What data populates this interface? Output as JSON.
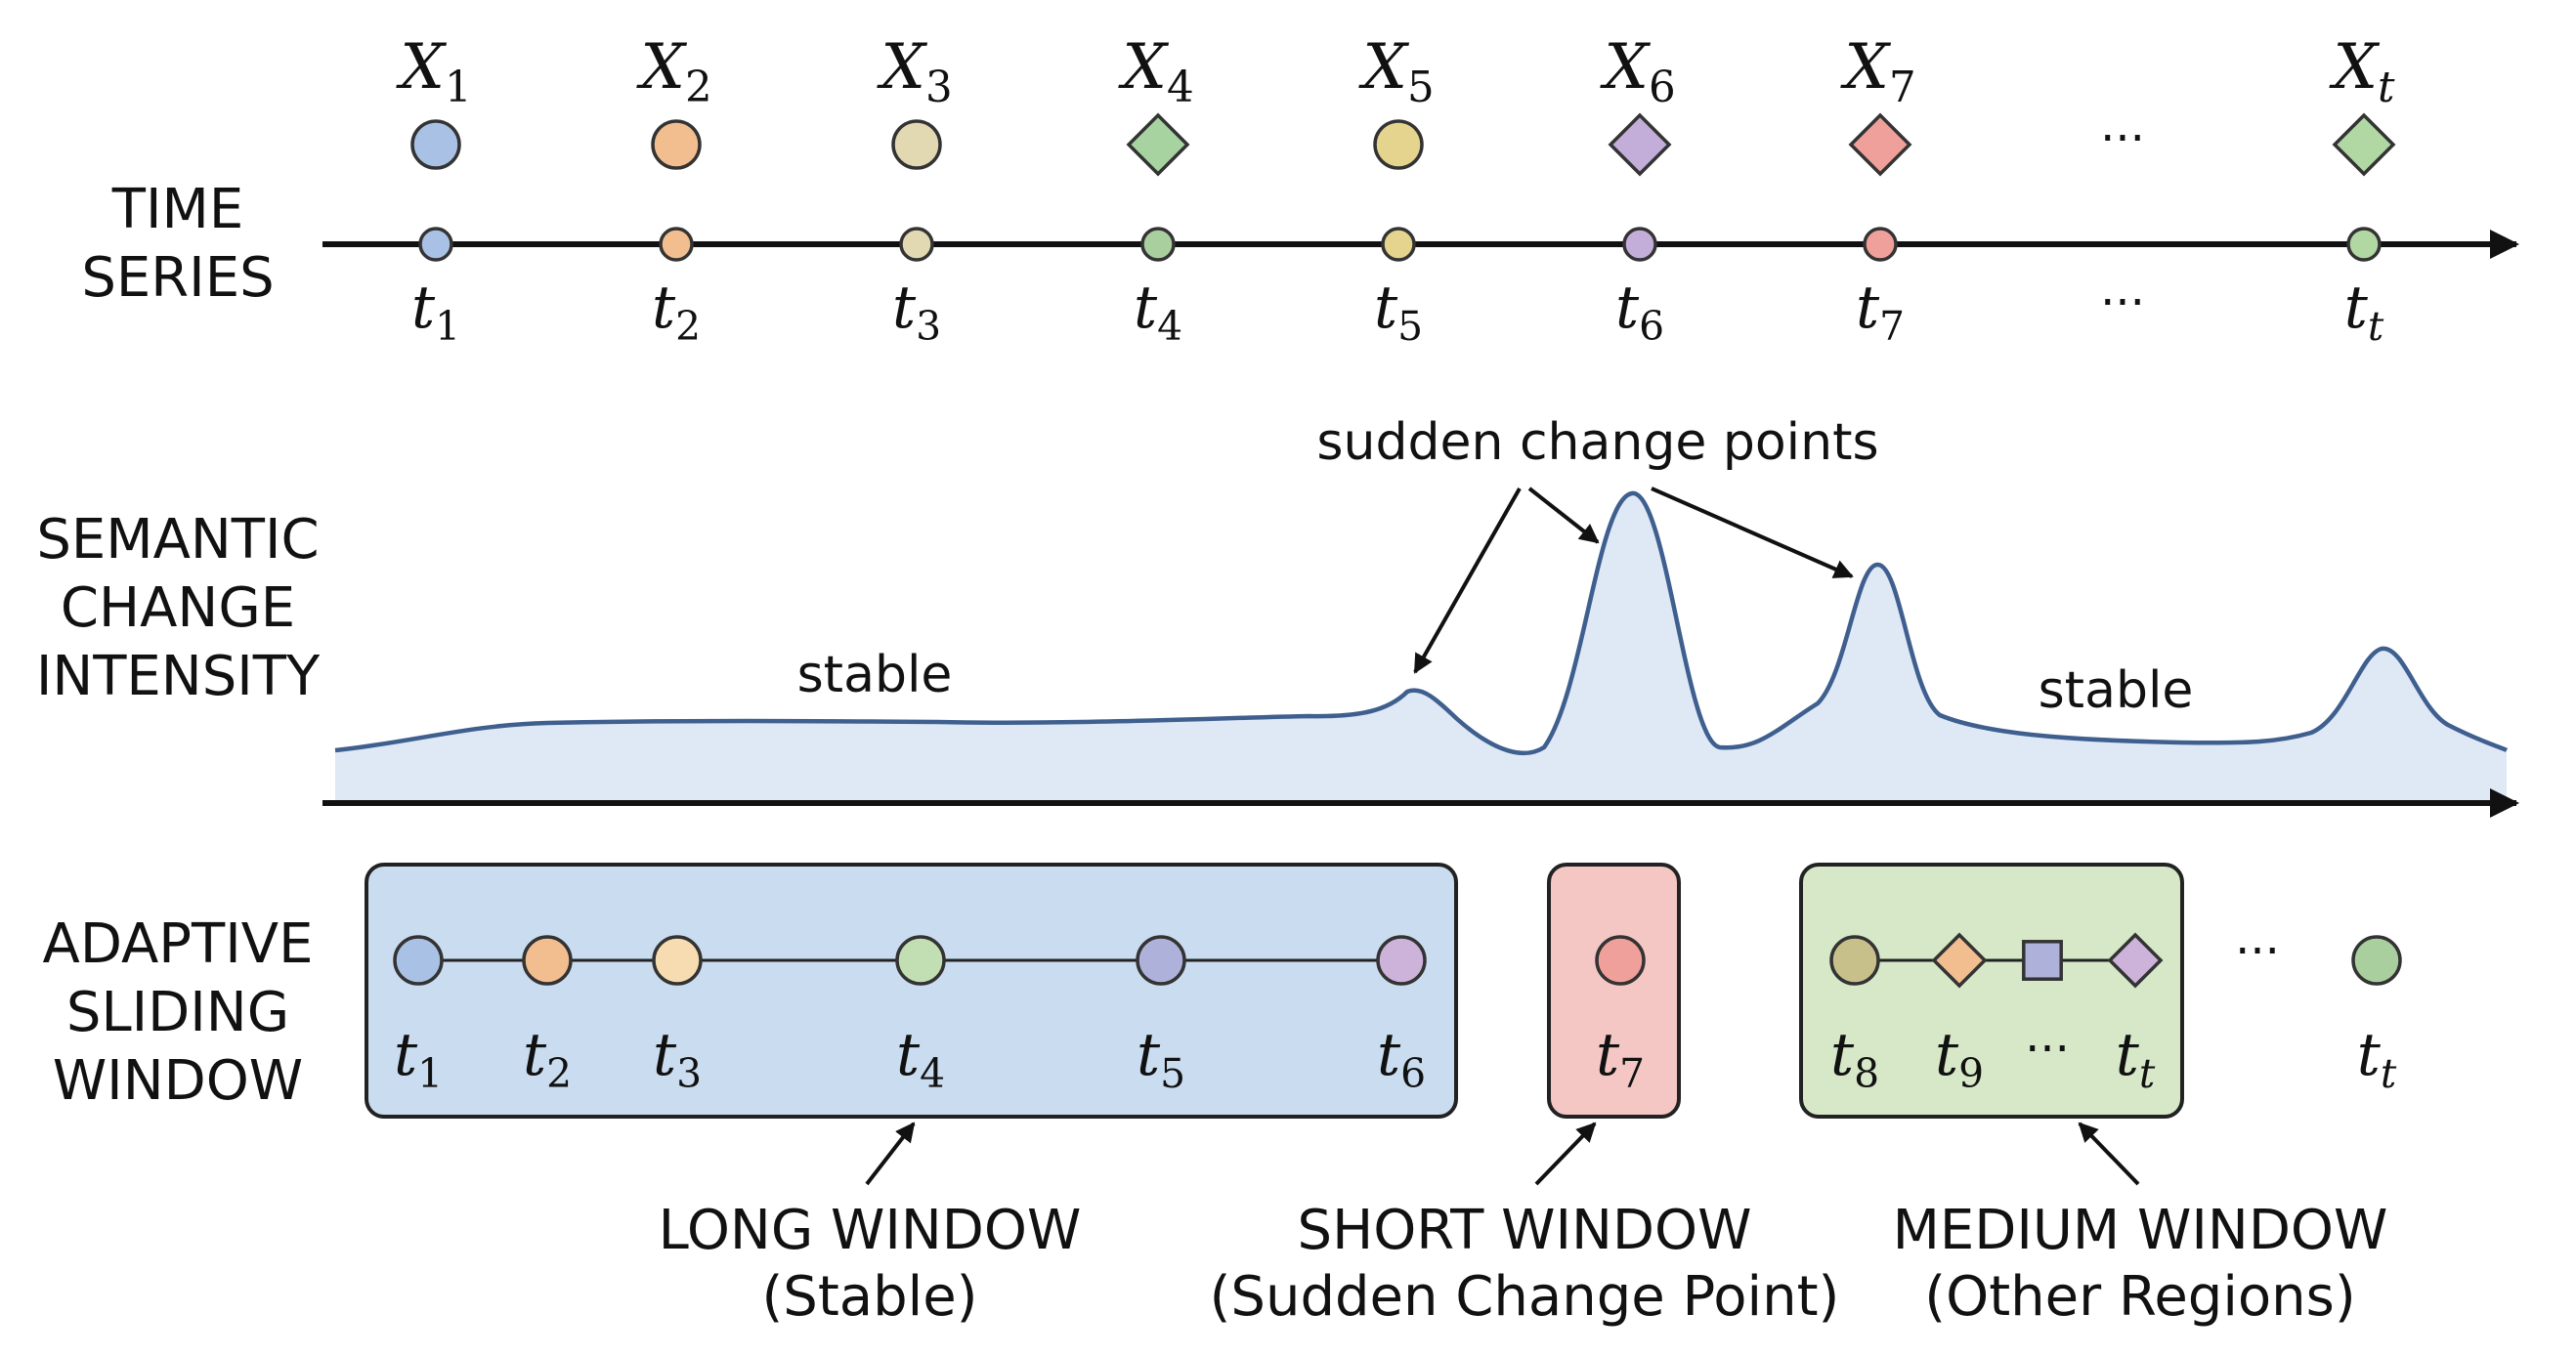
{
  "rows": {
    "time_series": [
      "TIME",
      "SERIES"
    ],
    "semantic_change": [
      "SEMANTIC",
      "CHANGE",
      "INTENSITY"
    ],
    "adaptive_window": [
      "ADAPTIVE",
      "SLIDING",
      "WINDOW"
    ]
  },
  "time_series": {
    "observation_symbol": "X",
    "time_symbol": "t",
    "points": [
      {
        "obs_sub": "1",
        "time_sub": "1",
        "shape": "circle",
        "color": "#a9c1e4"
      },
      {
        "obs_sub": "2",
        "time_sub": "2",
        "shape": "circle",
        "color": "#f2bd8f"
      },
      {
        "obs_sub": "3",
        "time_sub": "3",
        "shape": "circle",
        "color": "#e2d8b2"
      },
      {
        "obs_sub": "4",
        "time_sub": "4",
        "shape": "diamond",
        "color": "#a7d3a1",
        "axis_color": "#a9cf9f"
      },
      {
        "obs_sub": "5",
        "time_sub": "5",
        "shape": "circle",
        "color": "#e5d48d"
      },
      {
        "obs_sub": "6",
        "time_sub": "6",
        "shape": "diamond",
        "color": "#c3add9"
      },
      {
        "obs_sub": "7",
        "time_sub": "7",
        "shape": "diamond",
        "color": "#f0a09a"
      },
      {
        "obs_sub": "t",
        "time_sub": "t",
        "shape": "diamond",
        "color": "#b1d7a3"
      }
    ],
    "ellipsis": "···"
  },
  "semantic_change": {
    "annotation": "sudden change points",
    "stable_labels": [
      "stable",
      "stable"
    ],
    "curve_color": "#3f5f8f",
    "fill_color": "#dfe9f6"
  },
  "windows": {
    "long": {
      "label": "LONG WINDOW",
      "caption": "(Stable)",
      "fill": "#cadcf0",
      "nodes": [
        {
          "sub": "1",
          "color": "#a9c1e4"
        },
        {
          "sub": "2",
          "color": "#f2bd8f"
        },
        {
          "sub": "3",
          "color": "#f6dcb0"
        },
        {
          "sub": "4",
          "color": "#c2dfb3"
        },
        {
          "sub": "5",
          "color": "#aeb1da"
        },
        {
          "sub": "6",
          "color": "#cdb2d9"
        }
      ]
    },
    "short": {
      "label": "SHORT WINDOW",
      "caption": "(Sudden Change Point)",
      "fill": "#f4c6c4",
      "nodes": [
        {
          "sub": "7",
          "color": "#f0a09a"
        }
      ]
    },
    "medium": {
      "label": "MEDIUM WINDOW",
      "caption": "(Other Regions)",
      "fill": "#d6e8c8",
      "nodes": [
        {
          "sub": "8",
          "shape": "circle",
          "color": "#c8c08a"
        },
        {
          "sub": "9",
          "shape": "diamond",
          "color": "#f2bd8f"
        },
        {
          "shape": "square",
          "color": "#aeb1da"
        },
        {
          "sub": "t",
          "shape": "diamond",
          "color": "#cdb2d9"
        }
      ],
      "inner_ellipsis": "···"
    },
    "trailing": {
      "sub": "t",
      "color": "#a9cf9f",
      "ellipsis": "···"
    }
  }
}
